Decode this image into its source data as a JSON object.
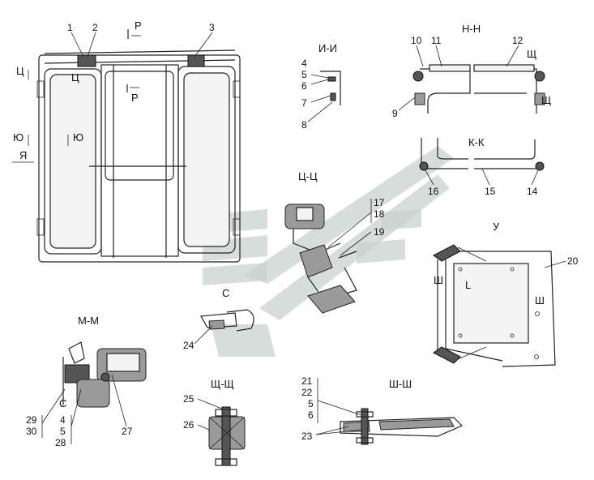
{
  "sections": {
    "p": "Р",
    "ts": "Ц",
    "yu": "Ю",
    "ya": "Я",
    "ii": "И-И",
    "nn": "Н-Н",
    "kk": "К-К",
    "tsts": "Ц-Ц",
    "u": "У",
    "s": "С",
    "mm": "М-М",
    "shch": "Щ-Щ",
    "shsh": "Ш-Ш",
    "shch_arrow": "Щ",
    "sh_arrow": "Ш",
    "l_arrow": "L"
  },
  "callouts": [
    "1",
    "2",
    "3",
    "4",
    "5",
    "6",
    "7",
    "8",
    "9",
    "10",
    "11",
    "12",
    "14",
    "15",
    "16",
    "17",
    "18",
    "19",
    "20",
    "21",
    "22",
    "23",
    "24",
    "25",
    "26",
    "27",
    "28",
    "29",
    "30"
  ],
  "colors": {
    "line": "#222222",
    "watermark": "#c9d2cd",
    "hatch": "#9a9a9a"
  }
}
